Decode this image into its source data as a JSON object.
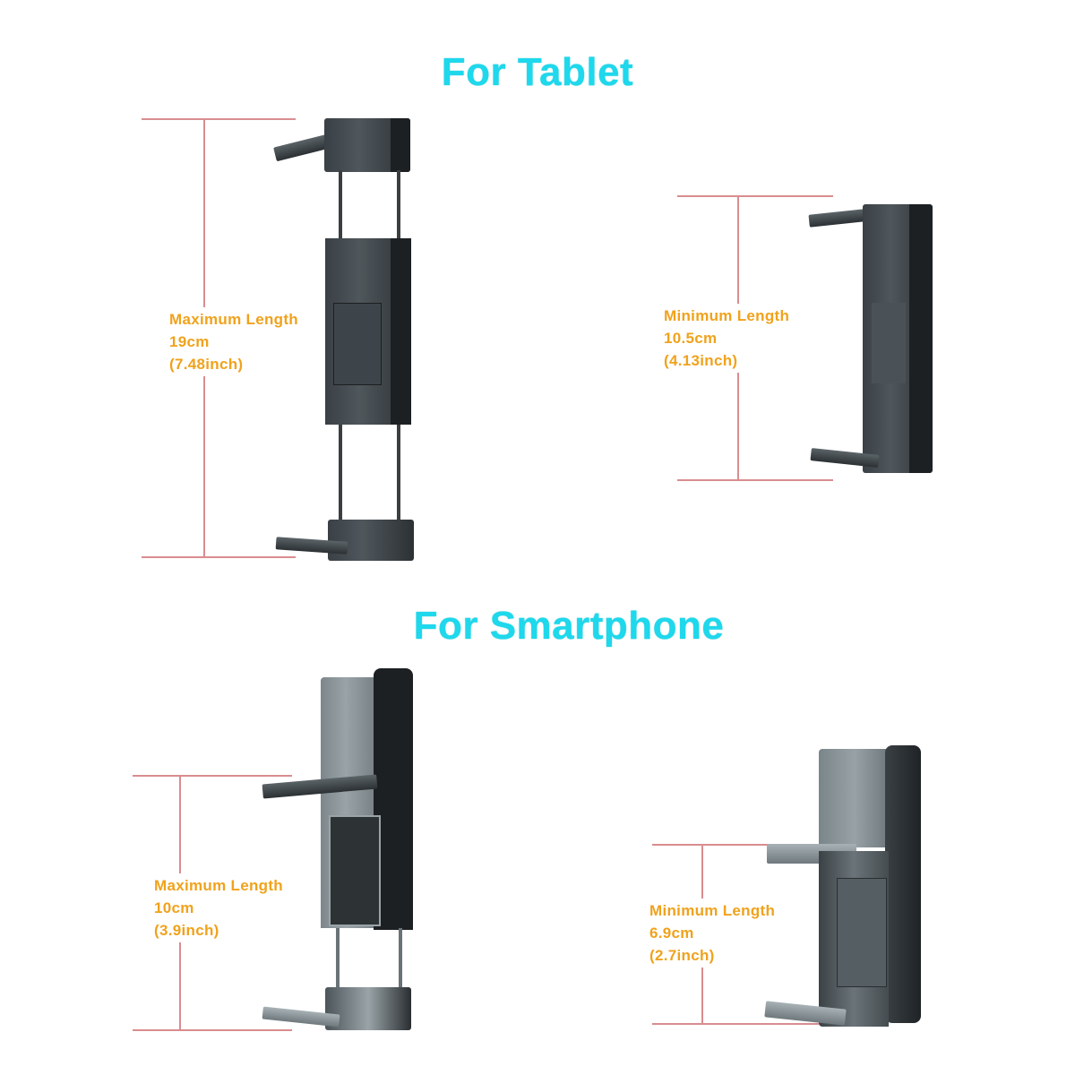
{
  "titles": {
    "tablet": "For Tablet",
    "smartphone": "For Smartphone"
  },
  "colors": {
    "title": "#1ed8ec",
    "label": "#f0a21c",
    "dimension_line": "#d98d8f",
    "holder_dark": "#2a2e31",
    "holder_light": "#8d979b"
  },
  "tablet": {
    "max": {
      "heading": "Maximum Length",
      "metric": "19cm",
      "imperial": "(7.48inch)"
    },
    "min": {
      "heading": "Minimum Length",
      "metric": "10.5cm",
      "imperial": "(4.13inch)"
    }
  },
  "smartphone": {
    "max": {
      "heading": "Maximum Length",
      "metric": "10cm",
      "imperial": "(3.9inch)"
    },
    "min": {
      "heading": "Minimum Length",
      "metric": "6.9cm",
      "imperial": "(2.7inch)"
    }
  }
}
